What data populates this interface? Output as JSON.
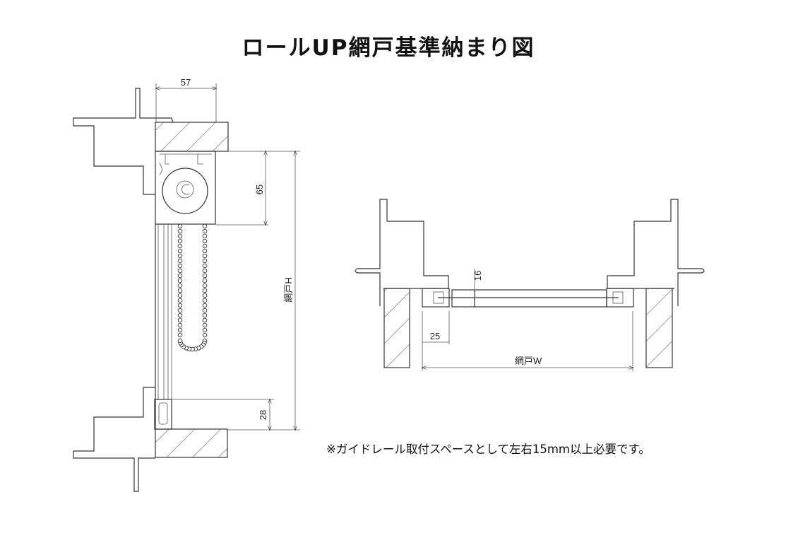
{
  "title": "ロールUP網戸基準納まり図",
  "note": "※ガイドレール取付スペースとして左右15mm以上必要です。",
  "vertical_section": {
    "dim_width": "57",
    "dim_box_height": "65",
    "dim_screen_height": "網戸H",
    "dim_bottom_rail": "28"
  },
  "horizontal_section": {
    "dim_depth": "16",
    "dim_rail_width": "25",
    "dim_screen_width": "網戸W"
  }
}
